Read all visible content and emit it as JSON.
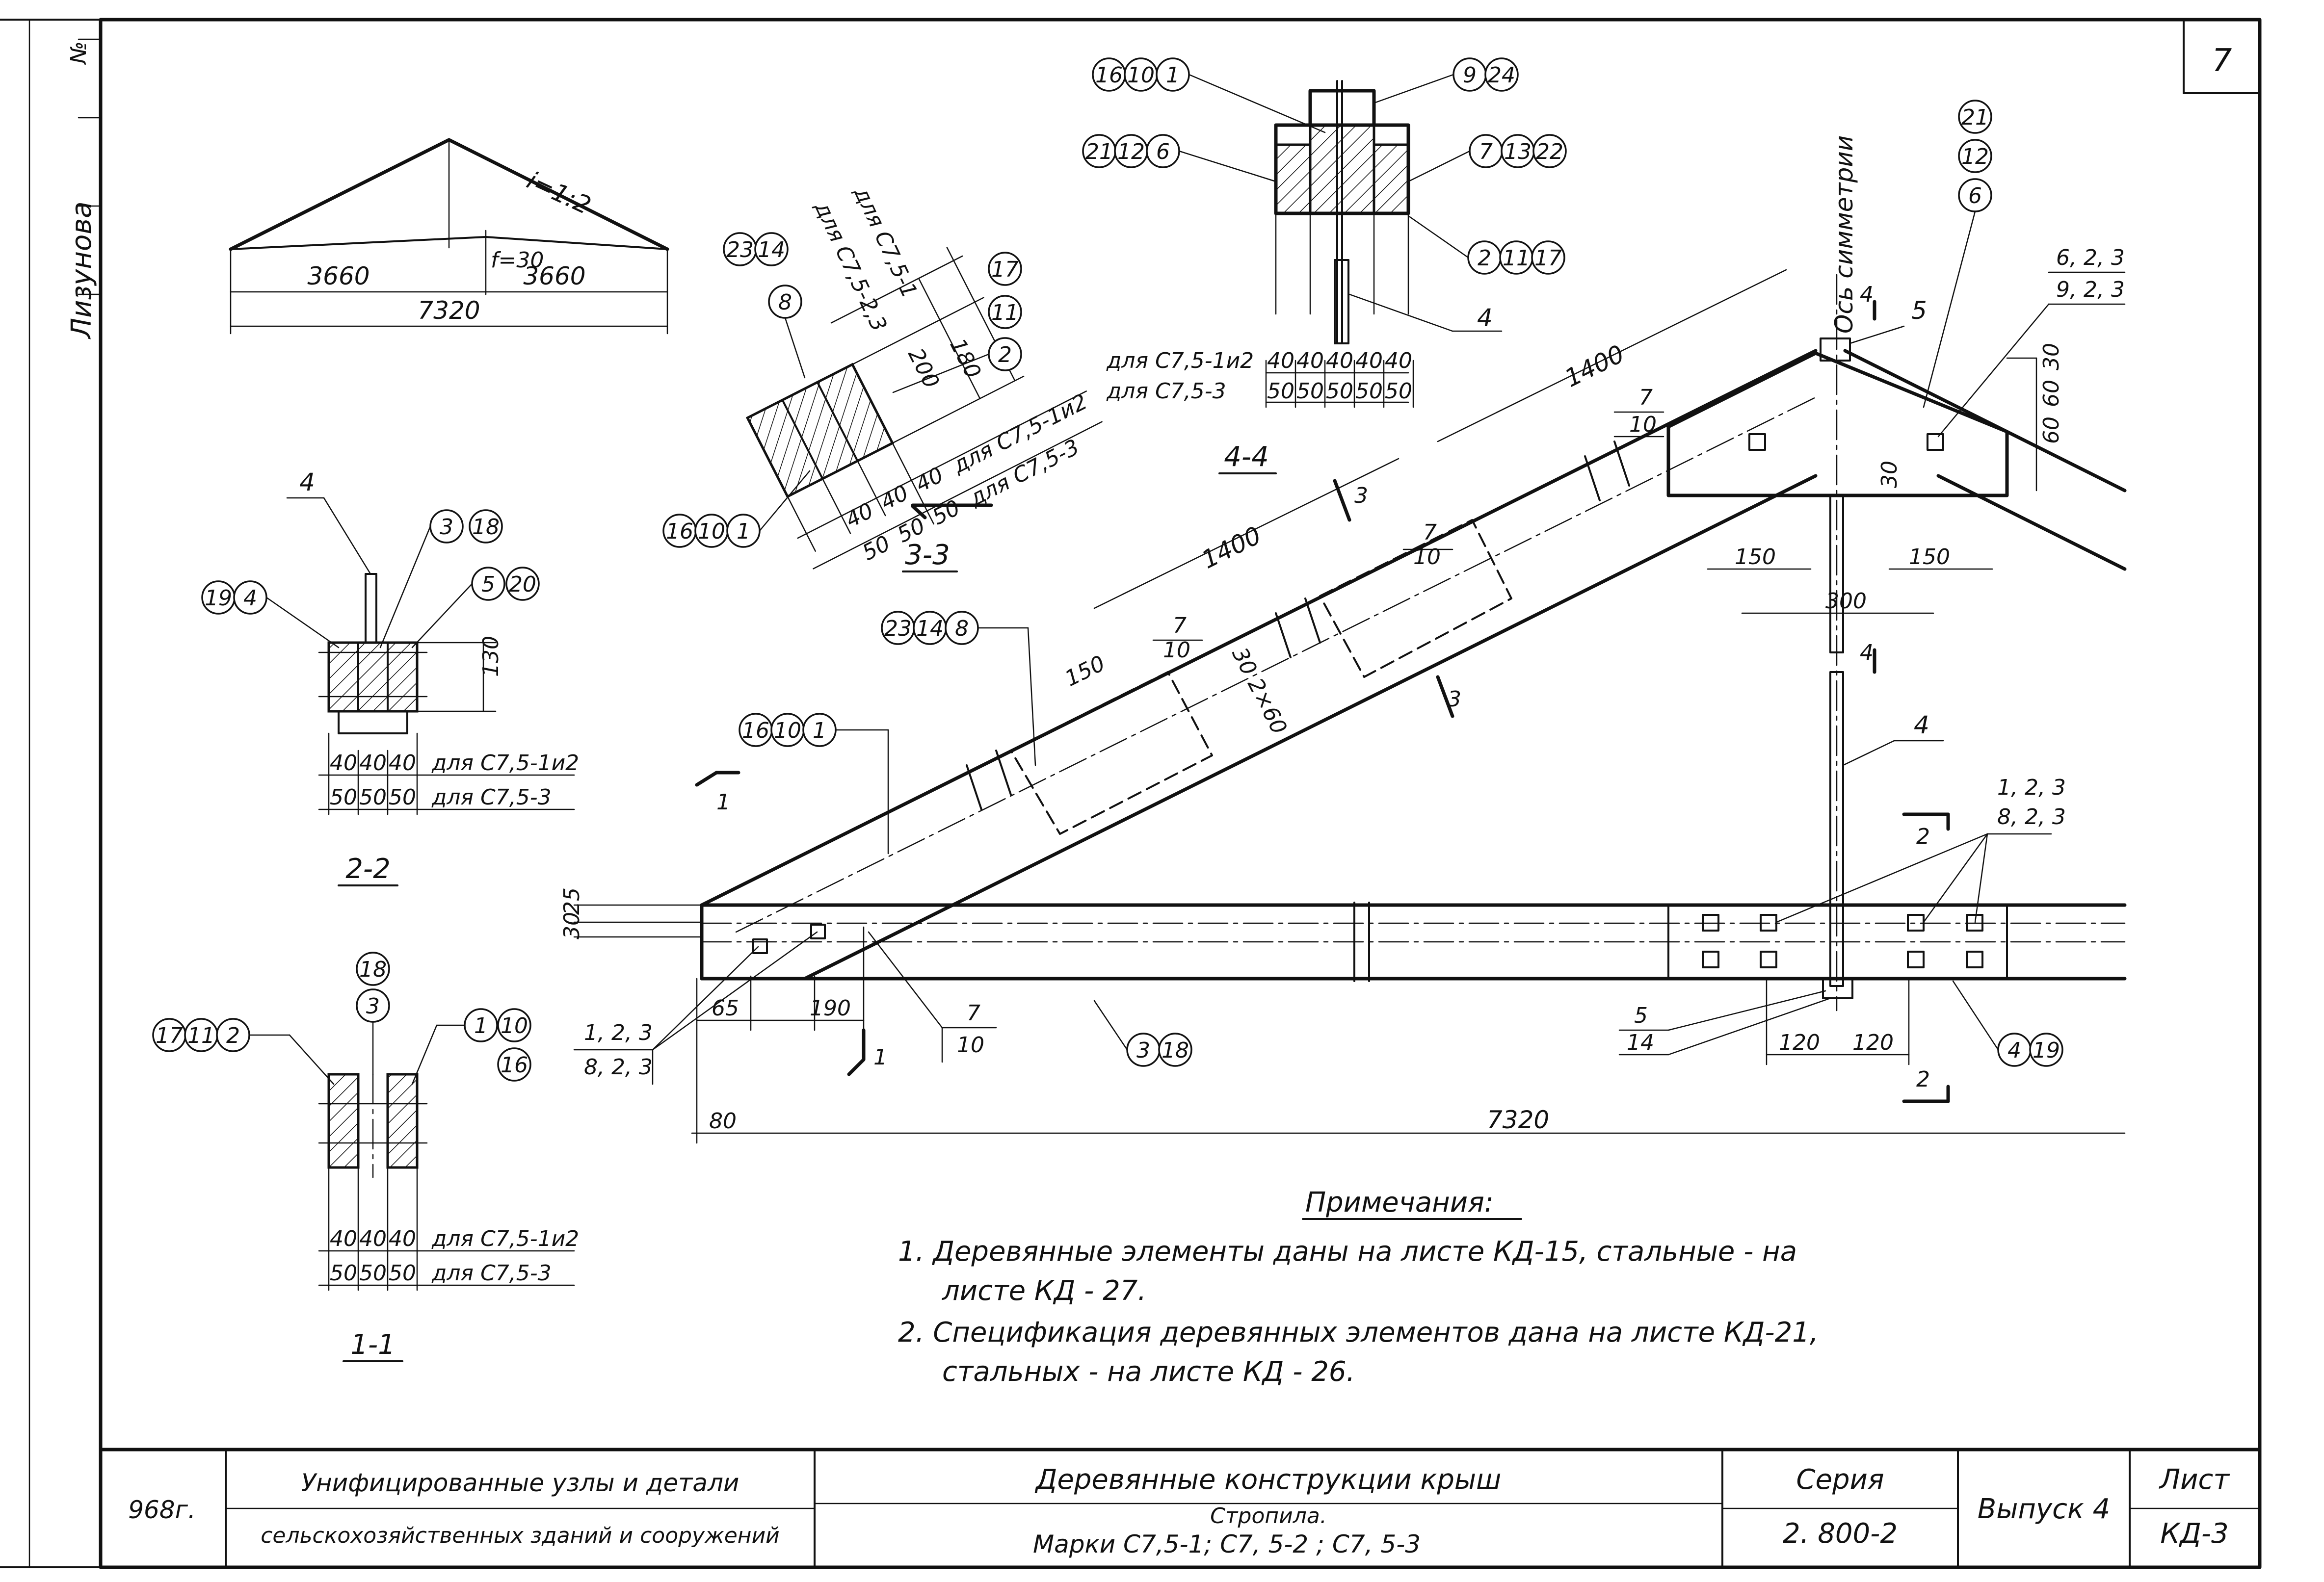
{
  "sheet_no": "7",
  "margin_label_no": "№",
  "margin_name": "Лизунова",
  "scheme": {
    "slope": "i=1:2",
    "camber": "f=30",
    "half_left": "3660",
    "half_right": "3660",
    "span": "7320"
  },
  "sec33": {
    "title": "3-3",
    "bubbles_top": [
      "23",
      "14"
    ],
    "bubble_mid": "8",
    "bubbles_right": [
      "17",
      "11",
      "2"
    ],
    "bubbles_bottom": [
      "16",
      "10",
      "1"
    ],
    "lbl_c751": "для С7,5-1",
    "lbl_c7523": "для С7,5-2,3",
    "dim_180": "180",
    "dim_200": "200",
    "dims_40": [
      "40",
      "40",
      "40"
    ],
    "dims_50": [
      "50",
      "50",
      "50"
    ],
    "lbl_a": "для С7,5-1и2",
    "lbl_b": "для С7,5-3"
  },
  "sec44": {
    "title": "4-4",
    "b_tl": [
      "16",
      "10",
      "1"
    ],
    "b_ml": [
      "21",
      "12",
      "6"
    ],
    "b_tr": [
      "9",
      "24"
    ],
    "b_mr": [
      "7",
      "13",
      "22"
    ],
    "b_br": [
      "2",
      "11",
      "17"
    ],
    "callout_4": "4",
    "dims_40": [
      "40",
      "40",
      "40",
      "40",
      "40"
    ],
    "dims_50": [
      "50",
      "50",
      "50",
      "50",
      "50"
    ],
    "lbl_a": "для С7,5-1и2",
    "lbl_b": "для С7,5-3"
  },
  "sec22": {
    "title": "2-2",
    "callout_4": "4",
    "b_a": [
      "3",
      "18"
    ],
    "b_b": [
      "19",
      "4"
    ],
    "b_c": [
      "5",
      "20"
    ],
    "dim_130": "130",
    "dims_40": [
      "40",
      "40",
      "40"
    ],
    "dims_50": [
      "50",
      "50",
      "50"
    ],
    "lbl_a": "для С7,5-1и2",
    "lbl_b": "для С7,5-3"
  },
  "sec11": {
    "title": "1-1",
    "b_top": [
      "18",
      "3"
    ],
    "b_left": [
      "17",
      "11",
      "2"
    ],
    "b_right": [
      "1",
      "10",
      "16"
    ],
    "dims_40": [
      "40",
      "40",
      "40"
    ],
    "dims_50": [
      "50",
      "50",
      "50"
    ],
    "lbl_a": "для С7,5-1и2",
    "lbl_b": "для С7,5-3"
  },
  "main": {
    "axis_label": "Ось симметрии",
    "b_ridge": [
      "21",
      "12",
      "6"
    ],
    "b_rafter": [
      "23",
      "14",
      "8"
    ],
    "b_left": [
      "16",
      "10",
      "1"
    ],
    "b_tie": [
      "3",
      "18"
    ],
    "b_strap": [
      "4",
      "19"
    ],
    "lbl_621": "6, 2, 3",
    "lbl_923": "9, 2, 3",
    "lbl_7_10": [
      "7",
      "10"
    ],
    "lbl_5": "5",
    "lbl_4": "4",
    "lbl_123": "1, 2, 3",
    "lbl_823": "8, 2, 3",
    "lbl_5_14": [
      "5",
      "14"
    ],
    "cut1": "1",
    "cut2": "2",
    "cut3": "3",
    "cut4": "4",
    "d1400a": "1400",
    "d1400b": "1400",
    "d150": "150",
    "d30_2x60": "30 2×60",
    "d150b": "150",
    "d150c": "150",
    "d300": "300",
    "d30_60_60": [
      "30",
      "60",
      "60",
      "30"
    ],
    "d30_25": [
      "30",
      "25"
    ],
    "d65": "65",
    "d190": "190",
    "d80": "80",
    "d7320": "7320",
    "d120a": "120",
    "d120b": "120"
  },
  "notes": {
    "title": "Примечания:",
    "n1a": "1.  Деревянные  элементы  даны  на  листе  КД-15,  стальные - на",
    "n1b": "листе     КД - 27.",
    "n2a": "2.  Спецификация  деревянных  элементов  дана  на  листе КД-21,",
    "n2b": "стальных -  на  листе  КД - 26."
  },
  "titleblock": {
    "year": "968г.",
    "org1": "Унифицированные узлы и детали",
    "org2": "сельскохозяйственных зданий и сооружений",
    "title": "Деревянные конструкции крыш",
    "sub1": "Стропила.",
    "sub2": "Марки  С7,5-1;  С7, 5-2 ;  С7, 5-3",
    "series_lbl": "Серия",
    "series_val": "2. 800-2",
    "issue": "Выпуск  4",
    "sheet_lbl": "Лист",
    "sheet_val": "КД-3"
  }
}
